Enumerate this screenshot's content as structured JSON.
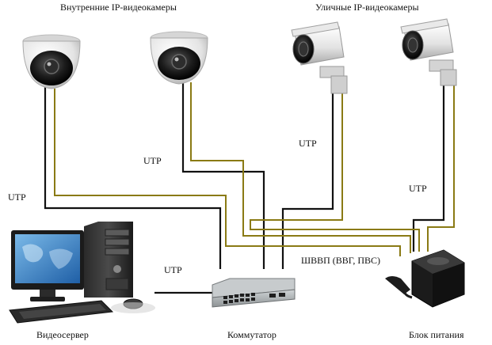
{
  "headers": {
    "indoor_cameras": "Внутренние IP-видеокамеры",
    "outdoor_cameras": "Уличные IP-видеокамеры"
  },
  "cable_labels": {
    "utp_left": "UTP",
    "utp_middle": "UTP",
    "utp_right_upper": "UTP",
    "utp_right_lower": "UTP",
    "utp_server": "UTP",
    "power_cable": "ШВВП (ВВГ, ПВС)"
  },
  "devices": {
    "server": "Видеосервер",
    "switch": "Коммутатор",
    "power_supply": "Блок питания"
  },
  "colors": {
    "data_cable": "#111111",
    "power_cable": "#8a7a14",
    "camera_body": "#ececec",
    "camera_lens": "#1a1a1a"
  }
}
